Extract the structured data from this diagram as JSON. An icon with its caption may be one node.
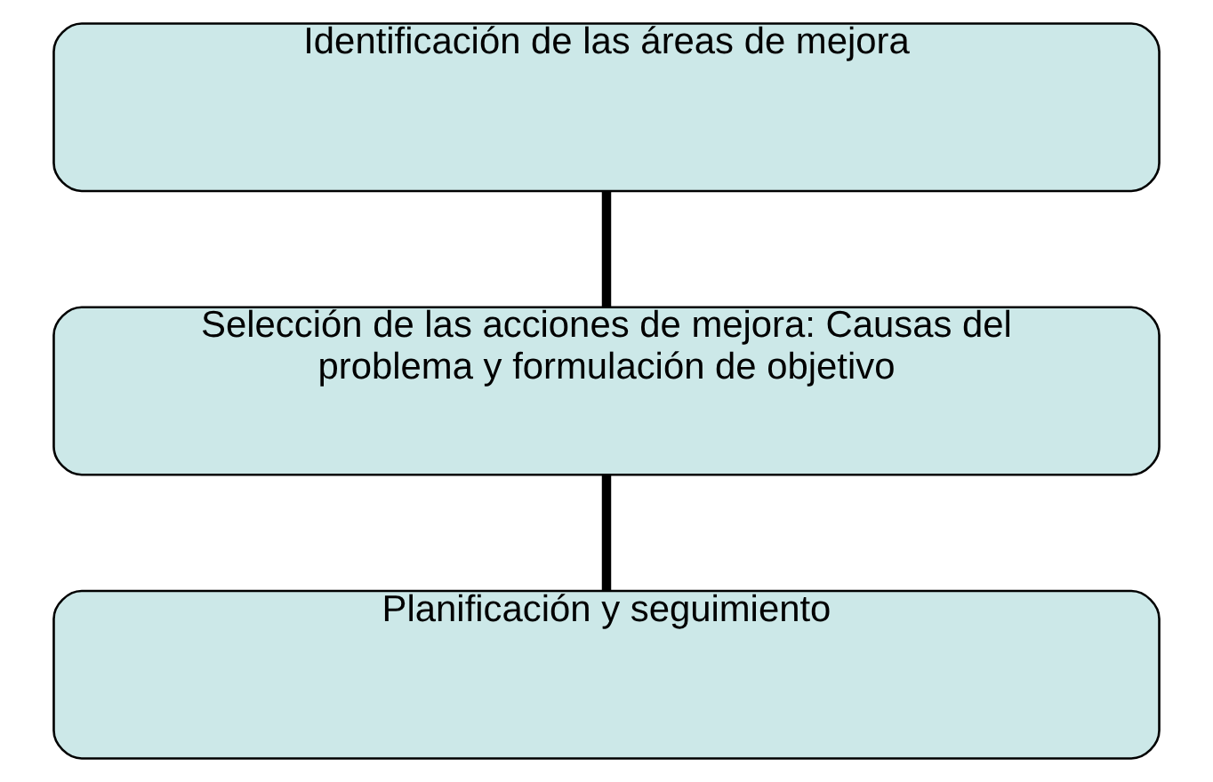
{
  "diagram": {
    "nodes": [
      {
        "text": [
          "Identificación de las áreas de mejora"
        ]
      },
      {
        "text": [
          "Selección de las acciones de mejora: Causas del problema y formulación de objetivo"
        ]
      },
      {
        "text": [
          "Planificación y seguimiento"
        ]
      }
    ],
    "edges": [
      {
        "from": 0,
        "to": 1,
        "arrow": "none"
      },
      {
        "from": 1,
        "to": 2,
        "arrow": "none"
      }
    ]
  }
}
